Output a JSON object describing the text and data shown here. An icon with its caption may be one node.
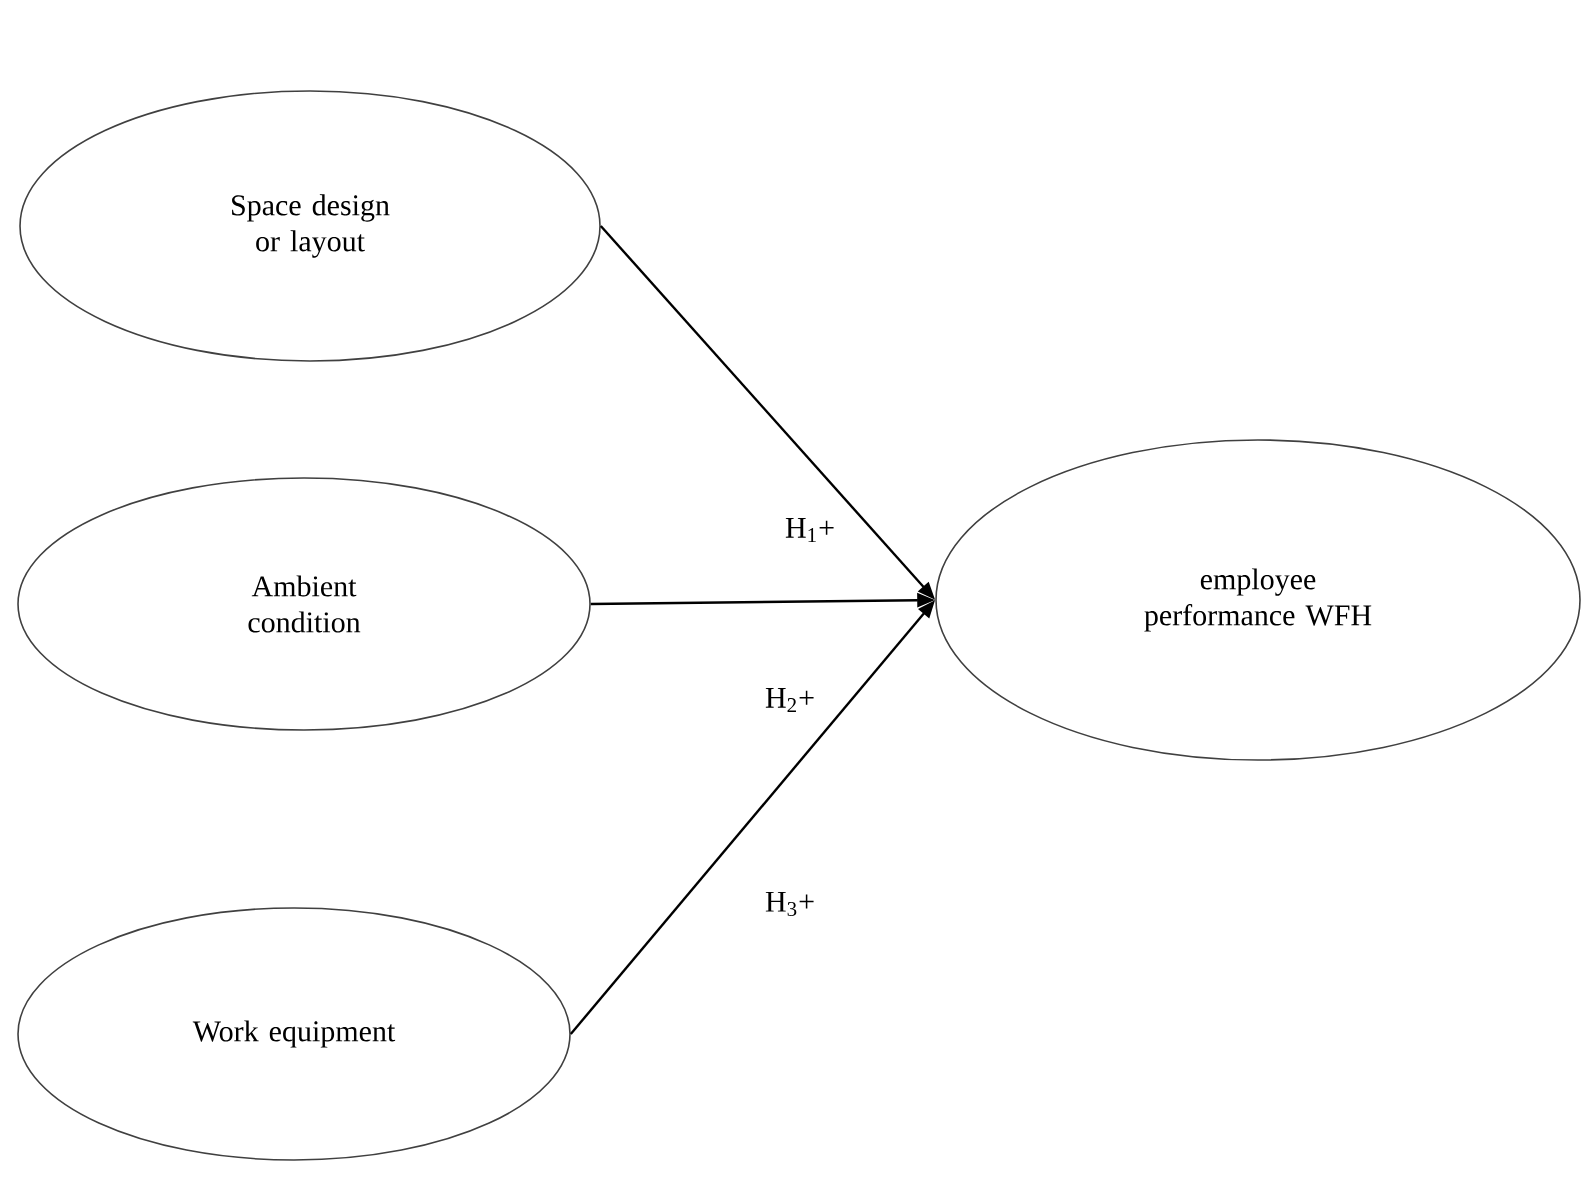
{
  "diagram": {
    "nodes": [
      {
        "text": [
          "Space design or layout"
        ]
      },
      {
        "text": [
          "Ambient condition"
        ]
      },
      {
        "text": [
          "Work equipment"
        ]
      },
      {
        "text": [
          "employee performance WFH"
        ]
      }
    ],
    "edges": [
      {
        "from": 0,
        "to": 3,
        "arrow": "to"
      },
      {
        "from": 1,
        "to": 3,
        "arrow": "to"
      },
      {
        "from": 2,
        "to": 3,
        "arrow": "to"
      }
    ],
    "labels": [
      "H$_{1}$+",
      "H$_{2}$+",
      "H$_{3}$+"
    ]
  }
}
